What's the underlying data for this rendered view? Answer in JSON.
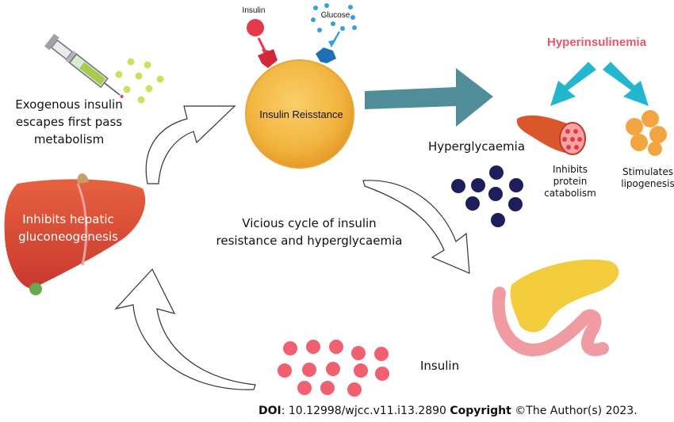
{
  "labels": {
    "exogenous": "Exogenous insulin escapes first pass metabolism",
    "vicious_cycle": "Vicious cycle of insulin resistance and hyperglycaemia",
    "hyperglycaemia": "Hyperglycaemia",
    "inhibits_protein": "Inhibits protein catabolism",
    "stimulates_lipo": "Stimulates lipogenesis",
    "insulin_bottom": "Insulin",
    "hyperinsulinemia": "Hyperinsulinemia",
    "liver": "Inhibits hepatic gluconeogenesis",
    "insulin_resistance": "Insulin Reisstance",
    "insulin_top": "Insulin",
    "glucose_top": "Glucose"
  },
  "footer": {
    "doi_label": "DOI",
    "doi_value": ": 10.12998/wjcc.v11.i13.2890 ",
    "copyright_label": "Copyright",
    "copyright_value": " ©The Author(s) 2023."
  },
  "colors": {
    "cell": "#f4b942",
    "insulin_dot": "#f06070",
    "glucose_dot": "#3aa0dc",
    "navy_dot": "#1c1f5c",
    "green_dot": "#cde05a",
    "teal_arrow": "#4f8e99",
    "cyan_arrow": "#23b7cf",
    "liver": "#e2533e",
    "fat": "#f3a542",
    "hyperinsulinemia": "#e8566a"
  },
  "icons": [
    "syringe-icon",
    "liver-icon",
    "cell-icon",
    "muscle-icon",
    "fat-cells-icon",
    "pancreas-icon",
    "receptor-icon"
  ]
}
